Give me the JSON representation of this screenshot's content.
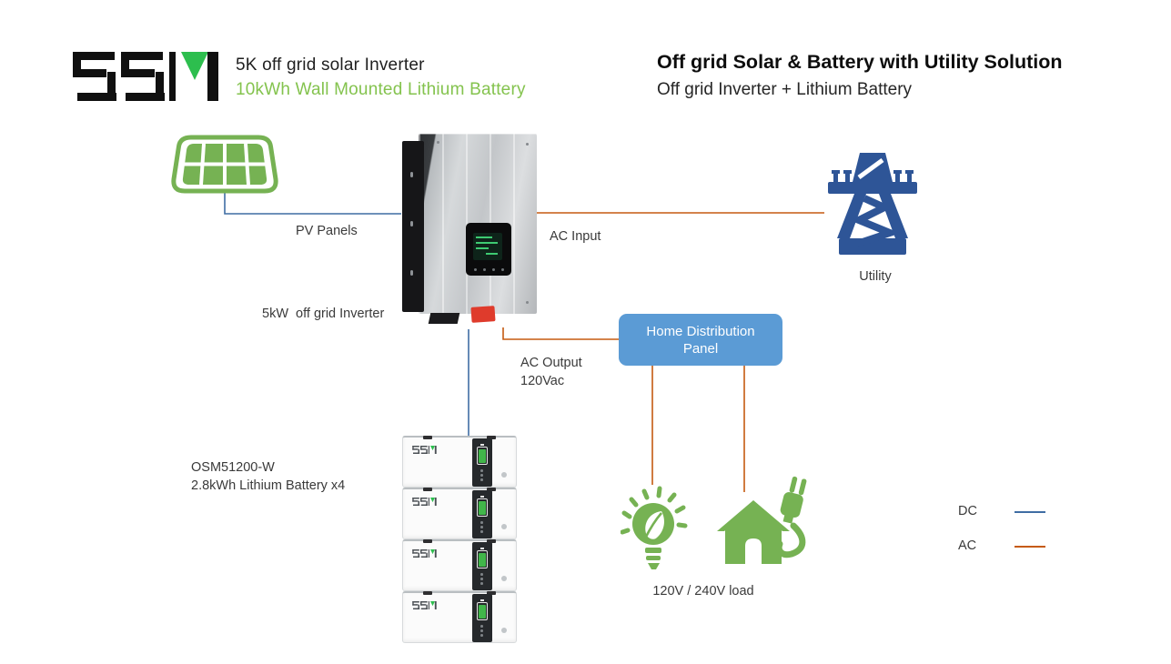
{
  "header": {
    "brand": "OSM",
    "product_line1": "5K off grid solar Inverter",
    "product_line2": "10kWh Wall Mounted Lithium Battery",
    "title": "Off grid Solar & Battery with Utility Solution",
    "subtitle": "Off grid Inverter + Lithium Battery"
  },
  "diagram": {
    "pv": {
      "label": "PV Panels"
    },
    "inverter": {
      "label": "5kW  off grid Inverter"
    },
    "ac_input": {
      "label": "AC Input"
    },
    "utility": {
      "label": "Utility"
    },
    "distribution_panel": {
      "label": "Home Distribution Panel"
    },
    "ac_output": {
      "line1": "AC Output",
      "line2": "120Vac"
    },
    "battery": {
      "model": "OSM51200-W",
      "label": "2.8kWh Lithium Battery x4",
      "unit_count": 4
    },
    "load": {
      "label": "120V / 240V load"
    }
  },
  "legend": {
    "dc_label": "DC",
    "ac_label": "AC"
  },
  "colors": {
    "green": "#76B253",
    "text_green": "#84C34E",
    "logo_green": "#2DBE4E",
    "battery_green": "#41B64A",
    "tower_blue": "#2E5597",
    "panel_blue": "#5B9BD5",
    "dc": "#3F6DA4",
    "ac": "#C55A11"
  }
}
